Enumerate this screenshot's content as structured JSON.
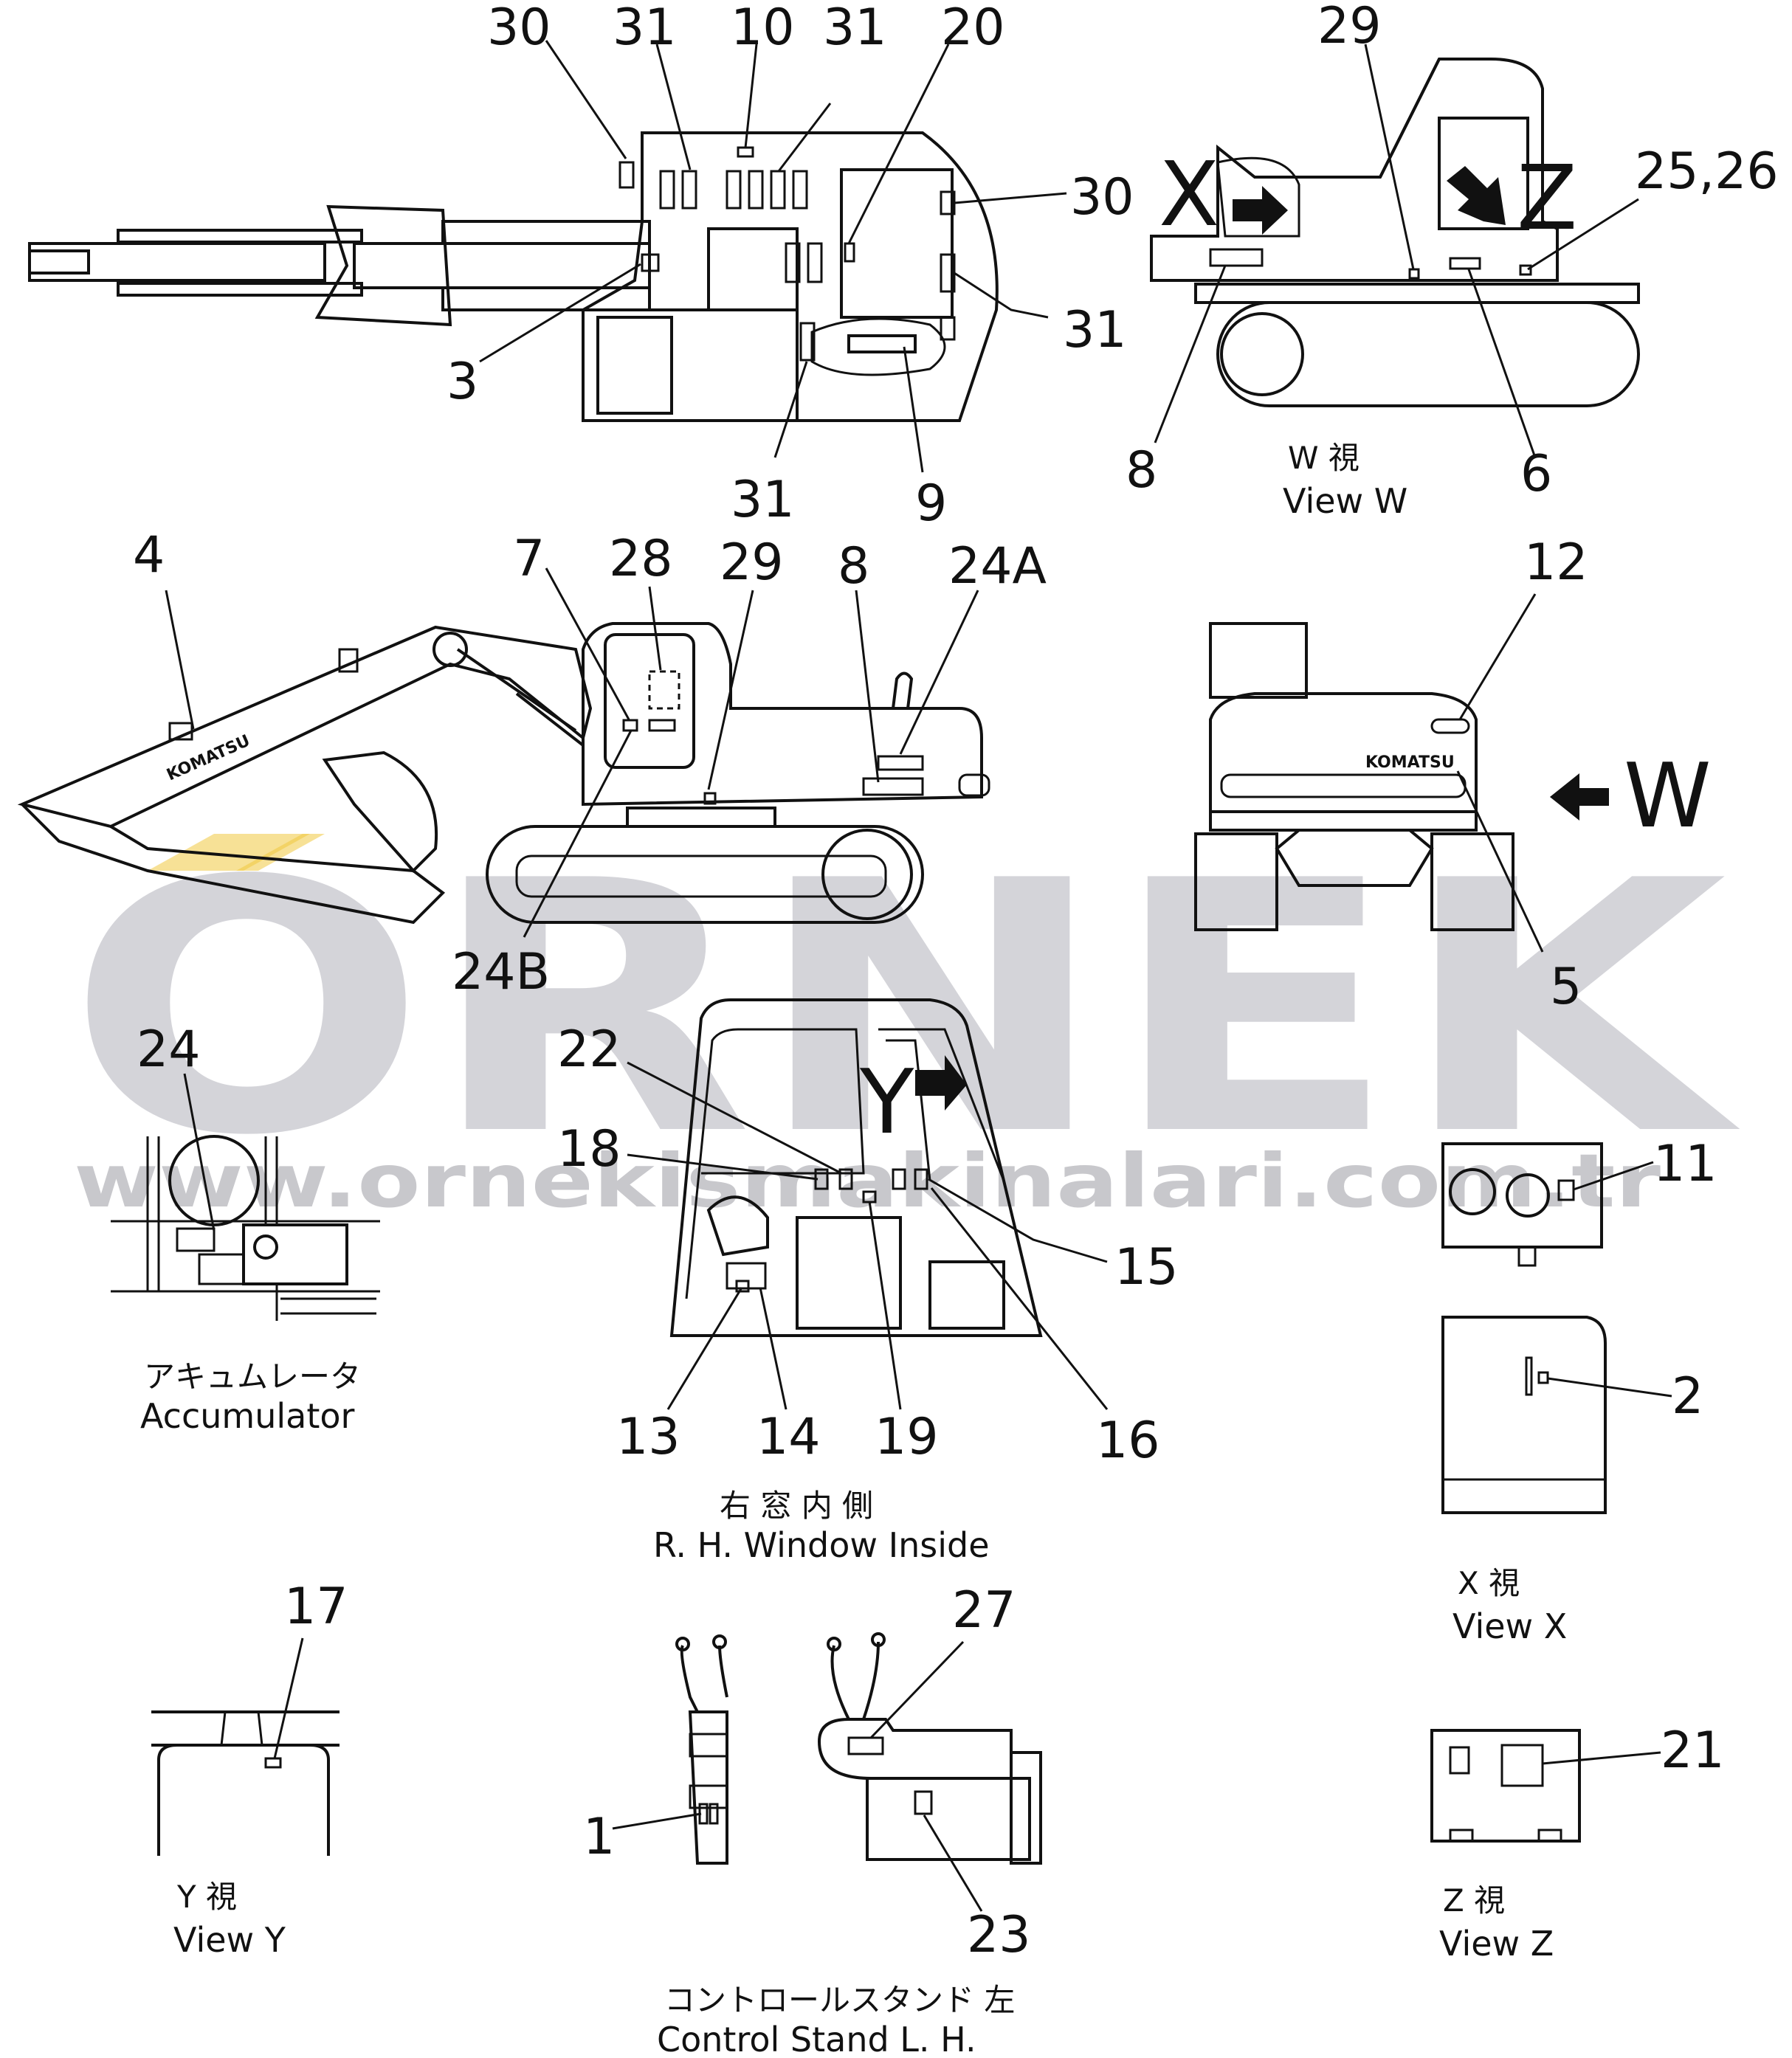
{
  "watermark": {
    "brand": "ORNEK",
    "url": "www.ornekismakinalari.com.tr",
    "accent": "#f0c840",
    "color": "#d4d4d9"
  },
  "brand_mark": "KOMATSU",
  "views": {
    "top": {
      "title": ""
    },
    "view_w": {
      "title_jp": "W 視",
      "title_en": "View  W",
      "arrow": "W"
    },
    "view_x": {
      "title_jp": "X 視",
      "title_en": "View  X",
      "arrow": "X"
    },
    "view_y": {
      "title_jp": "Y 視",
      "title_en": "View  Y",
      "arrow": "Y"
    },
    "view_z": {
      "title_jp": "Z 視",
      "title_en": "View  Z",
      "arrow": "Z"
    },
    "accumulator": {
      "title_jp": "アキュムレータ",
      "title_en": "Accumulator"
    },
    "window": {
      "title_jp": "右 窓 内 側",
      "title_en": "R. H.  Window  Inside"
    },
    "control_stand": {
      "title_jp": "コントロールスタンド  左",
      "title_en": "Control  Stand  L. H."
    }
  },
  "callouts": {
    "top_30a": "30",
    "top_31a": "31",
    "top_10": "10",
    "top_31b": "31",
    "top_20": "20",
    "top_30b": "30",
    "top_31c": "31",
    "top_3": "3",
    "top_31d": "31",
    "top_9": "9",
    "w_29": "29",
    "w_2526": "25,26",
    "w_8": "8",
    "w_6": "6",
    "s_4": "4",
    "s_7": "7",
    "s_28": "28",
    "s_29": "29",
    "s_8": "8",
    "s_24a": "24A",
    "s_24b": "24B",
    "r_12": "12",
    "r_5": "5",
    "a_24": "24",
    "win_22": "22",
    "win_18": "18",
    "win_15": "15",
    "win_13": "13",
    "win_14": "14",
    "win_19": "19",
    "win_16": "16",
    "x_11": "11",
    "x_2": "2",
    "y_17": "17",
    "c_27": "27",
    "c_1": "1",
    "c_23": "23",
    "z_21": "21"
  }
}
